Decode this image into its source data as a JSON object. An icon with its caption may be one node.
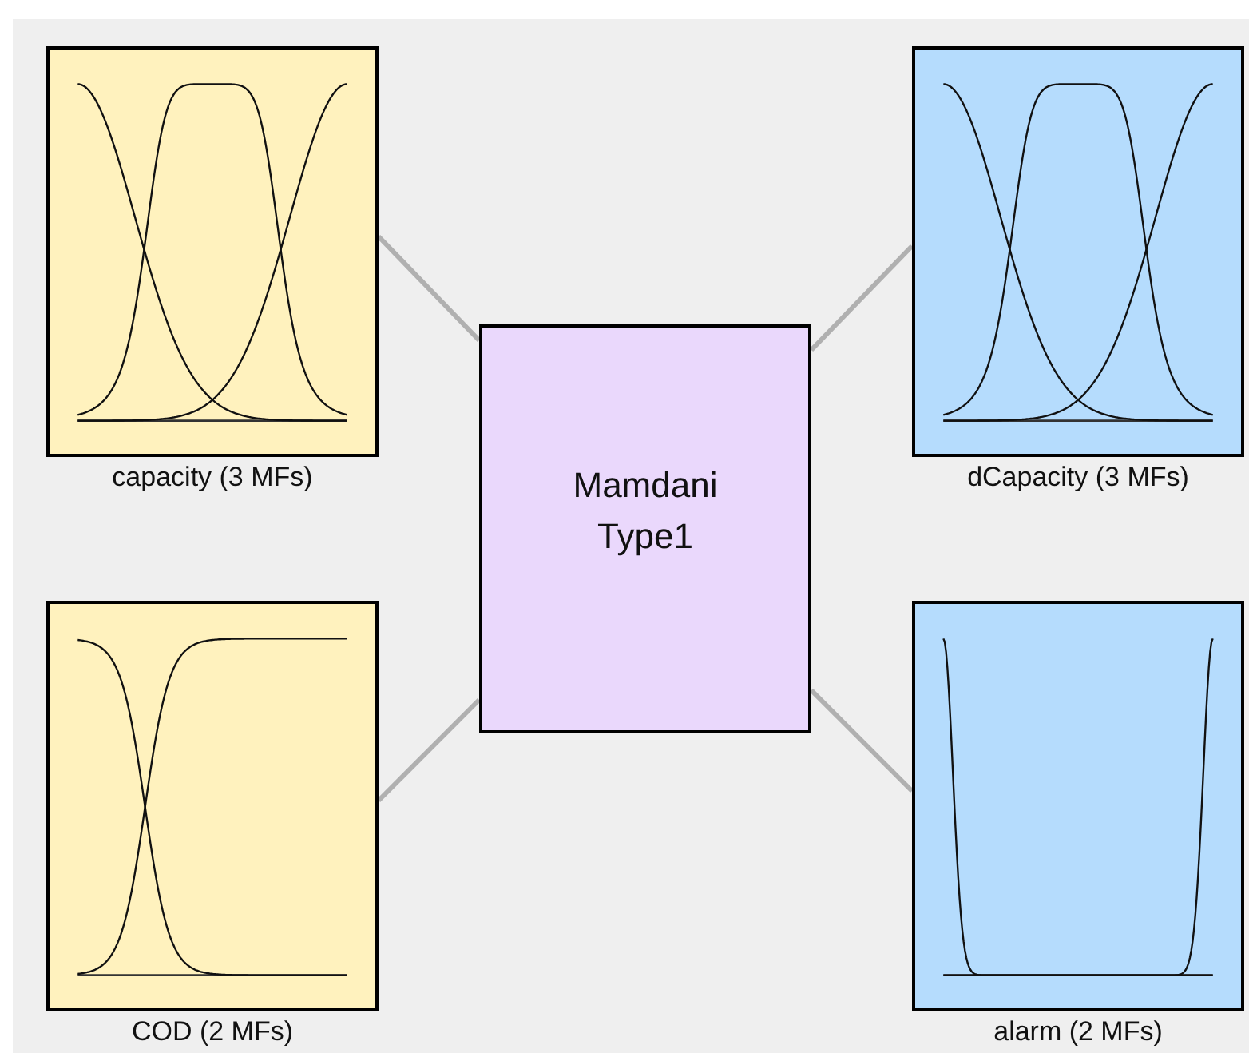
{
  "diagram": {
    "nodes": [
      {
        "text": [
          "capacity (3 MFs)"
        ]
      },
      {
        "text": [
          "COD (2 MFs)"
        ]
      },
      {
        "text": [
          "Mamdani Type1"
        ]
      },
      {
        "text": [
          "dCapacity (3 MFs)"
        ]
      },
      {
        "text": [
          "alarm (2 MFs)"
        ]
      }
    ],
    "edges": [
      {
        "from": 0,
        "to": 2,
        "arrow": "none"
      },
      {
        "from": 1,
        "to": 2,
        "arrow": "none"
      },
      {
        "from": 2,
        "to": 3,
        "arrow": "none"
      },
      {
        "from": 2,
        "to": 4,
        "arrow": "none"
      }
    ]
  }
}
